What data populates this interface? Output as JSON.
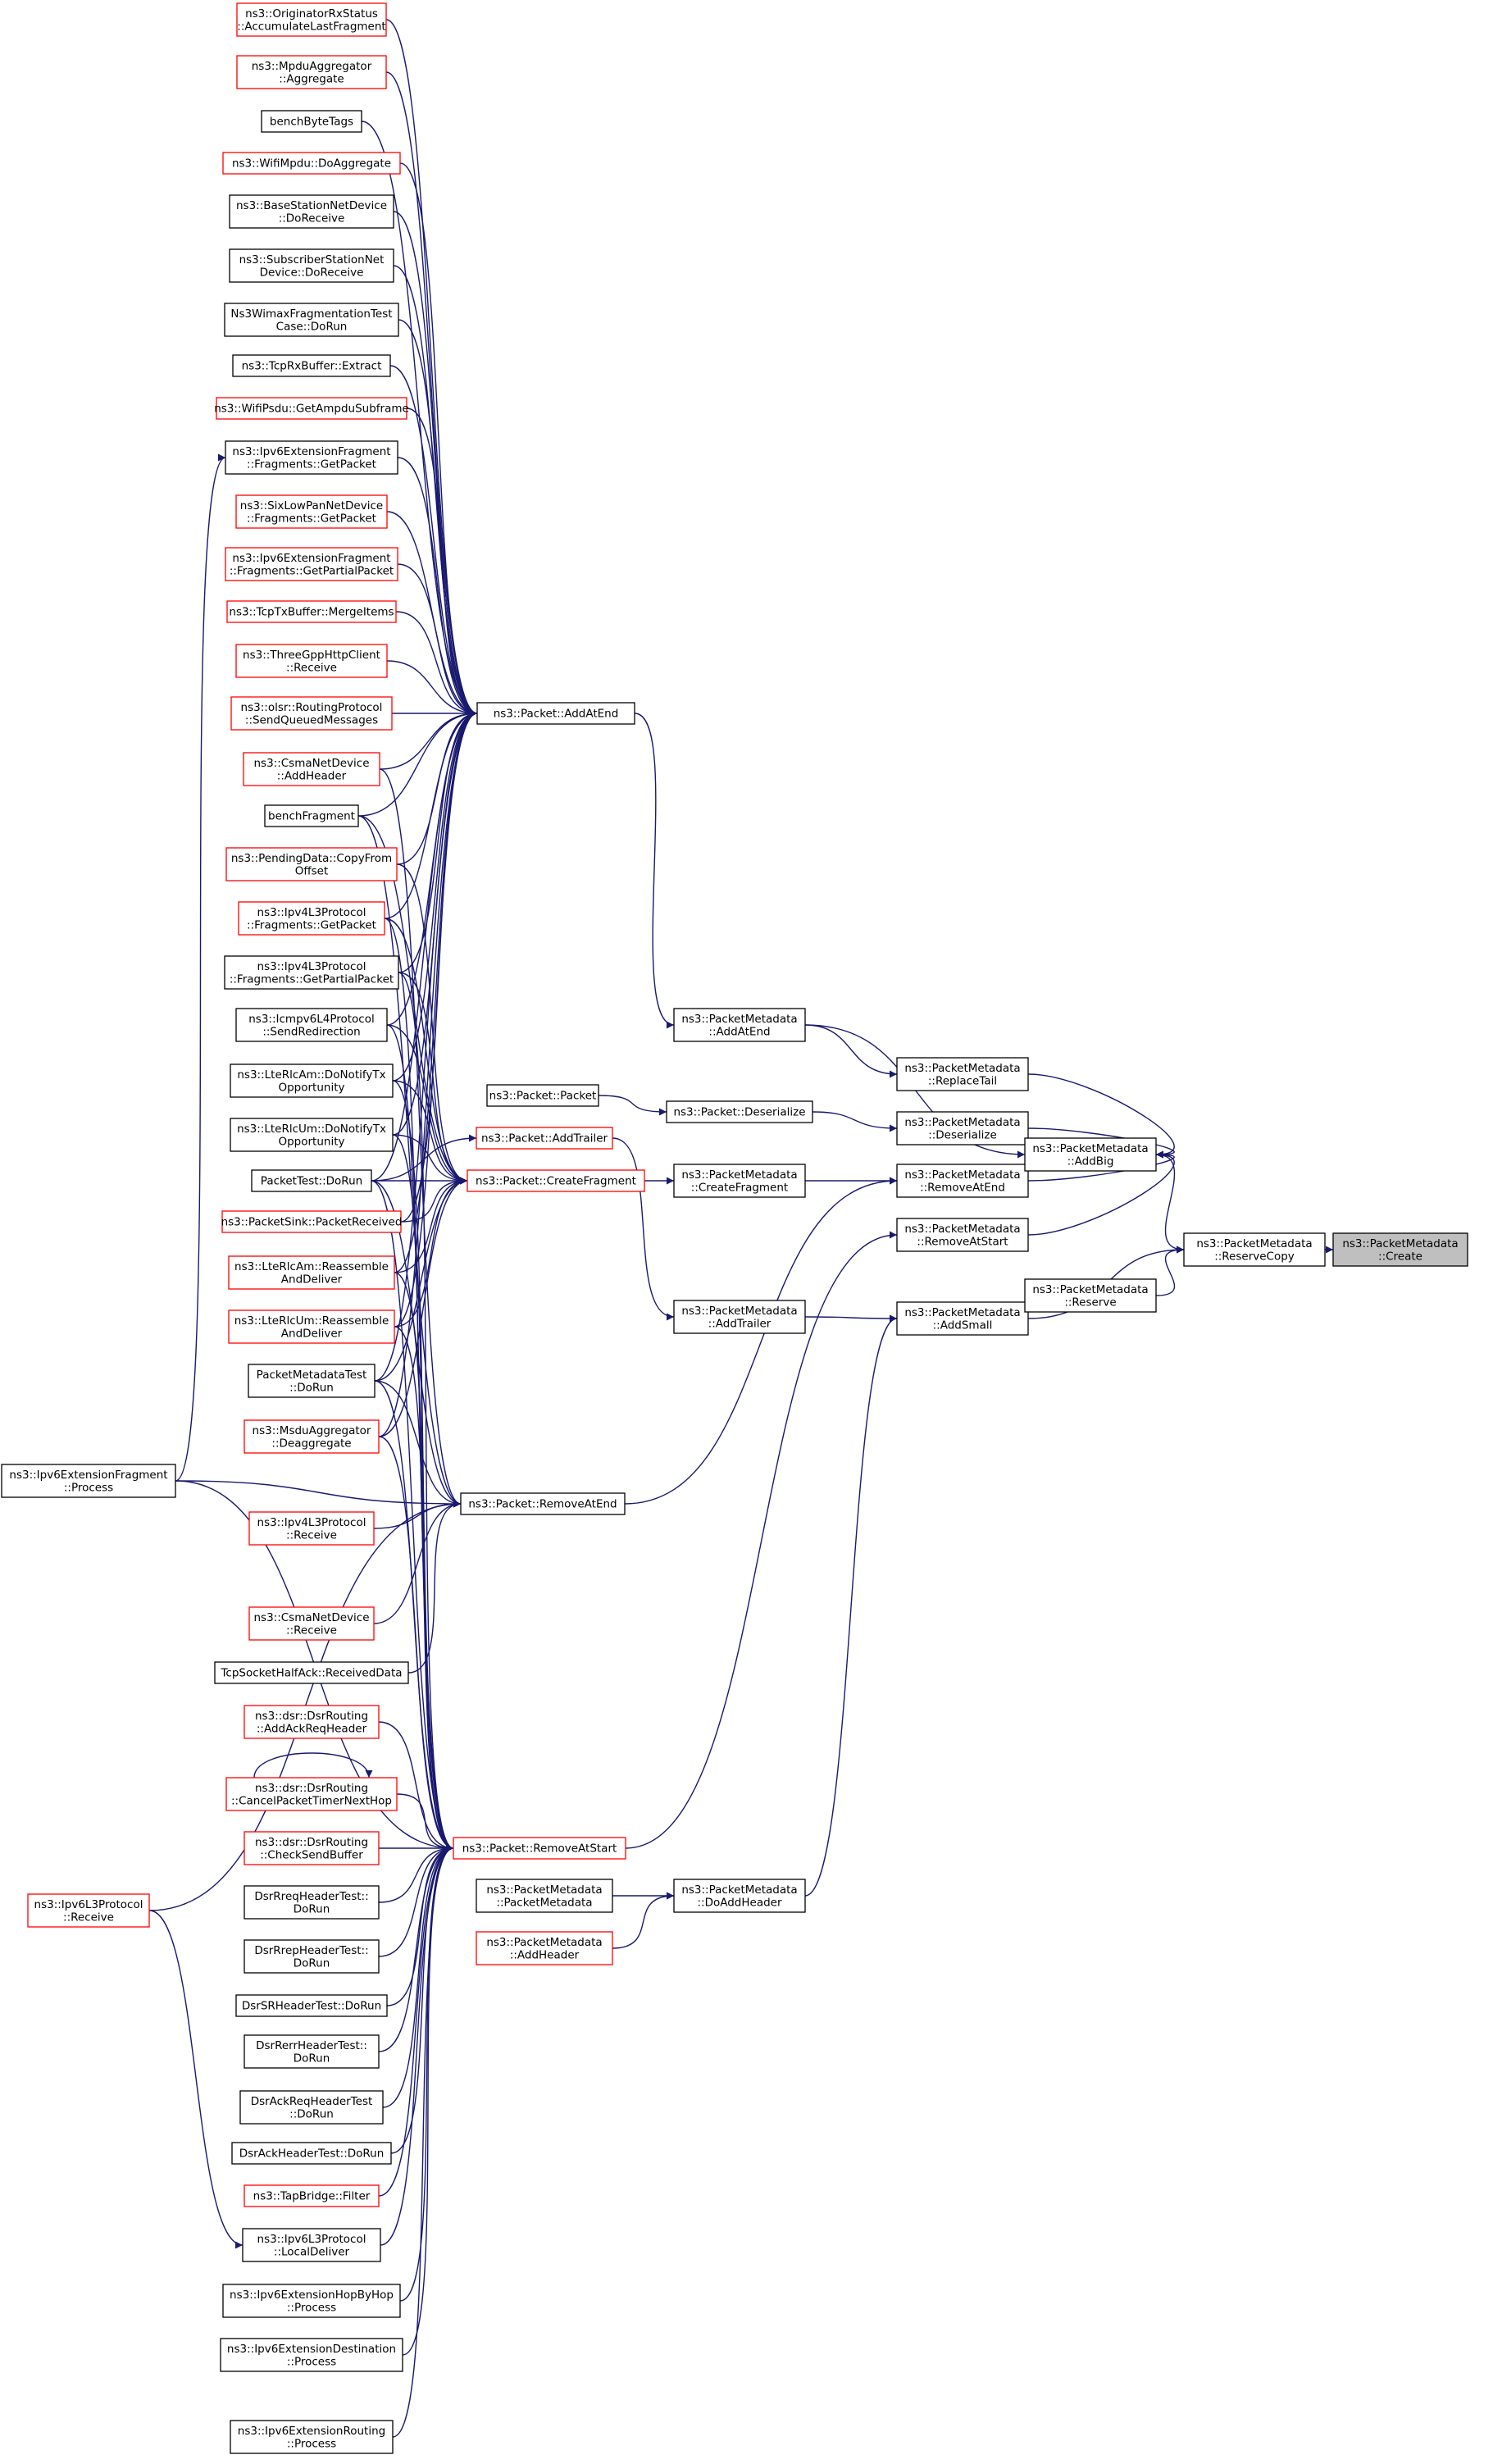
{
  "colors": {
    "edge": "#191970",
    "border_default": "#000000",
    "border_truncated": "#ff0000",
    "fill_default": "#ffffff",
    "fill_focus": "#bfbfbf"
  },
  "nodes": [
    {
      "id": "n1",
      "lines": [
        "ns3::OriginatorRxStatus",
        "::AccumulateLastFragment"
      ],
      "style": "truncated"
    },
    {
      "id": "n2",
      "lines": [
        "ns3::MpduAggregator",
        "::Aggregate"
      ],
      "style": "truncated"
    },
    {
      "id": "n3",
      "lines": [
        "benchByteTags"
      ],
      "style": "default"
    },
    {
      "id": "n4",
      "lines": [
        "ns3::WifiMpdu::DoAggregate"
      ],
      "style": "truncated"
    },
    {
      "id": "n5",
      "lines": [
        "ns3::BaseStationNetDevice",
        "::DoReceive"
      ],
      "style": "default"
    },
    {
      "id": "n6",
      "lines": [
        "ns3::SubscriberStationNet",
        "Device::DoReceive"
      ],
      "style": "default"
    },
    {
      "id": "n7",
      "lines": [
        "Ns3WimaxFragmentationTest",
        "Case::DoRun"
      ],
      "style": "default"
    },
    {
      "id": "n8",
      "lines": [
        "ns3::TcpRxBuffer::Extract"
      ],
      "style": "default"
    },
    {
      "id": "n9",
      "lines": [
        "ns3::WifiPsdu::GetAmpduSubframe"
      ],
      "style": "truncated"
    },
    {
      "id": "n10",
      "lines": [
        "ns3::Ipv6ExtensionFragment",
        "::Fragments::GetPacket"
      ],
      "style": "default"
    },
    {
      "id": "n11",
      "lines": [
        "ns3::SixLowPanNetDevice",
        "::Fragments::GetPacket"
      ],
      "style": "truncated"
    },
    {
      "id": "n12",
      "lines": [
        "ns3::Ipv6ExtensionFragment",
        "::Fragments::GetPartialPacket"
      ],
      "style": "truncated"
    },
    {
      "id": "n13",
      "lines": [
        "ns3::TcpTxBuffer::MergeItems"
      ],
      "style": "truncated"
    },
    {
      "id": "n14",
      "lines": [
        "ns3::ThreeGppHttpClient",
        "::Receive"
      ],
      "style": "truncated"
    },
    {
      "id": "n15",
      "lines": [
        "ns3::olsr::RoutingProtocol",
        "::SendQueuedMessages"
      ],
      "style": "truncated"
    },
    {
      "id": "n16",
      "lines": [
        "ns3::CsmaNetDevice",
        "::AddHeader"
      ],
      "style": "truncated"
    },
    {
      "id": "n17",
      "lines": [
        "benchFragment"
      ],
      "style": "default"
    },
    {
      "id": "n18",
      "lines": [
        "ns3::PendingData::CopyFrom",
        "Offset"
      ],
      "style": "truncated"
    },
    {
      "id": "n19",
      "lines": [
        "ns3::Ipv4L3Protocol",
        "::Fragments::GetPacket"
      ],
      "style": "truncated"
    },
    {
      "id": "n20",
      "lines": [
        "ns3::Ipv4L3Protocol",
        "::Fragments::GetPartialPacket"
      ],
      "style": "default"
    },
    {
      "id": "n21",
      "lines": [
        "ns3::Icmpv6L4Protocol",
        "::SendRedirection"
      ],
      "style": "default"
    },
    {
      "id": "n22",
      "lines": [
        "ns3::LteRlcAm::DoNotifyTx",
        "Opportunity"
      ],
      "style": "default"
    },
    {
      "id": "n23",
      "lines": [
        "ns3::LteRlcUm::DoNotifyTx",
        "Opportunity"
      ],
      "style": "default"
    },
    {
      "id": "n24",
      "lines": [
        "PacketTest::DoRun"
      ],
      "style": "default"
    },
    {
      "id": "n25",
      "lines": [
        "ns3::PacketSink::PacketReceived"
      ],
      "style": "truncated"
    },
    {
      "id": "n26",
      "lines": [
        "ns3::LteRlcAm::Reassemble",
        "AndDeliver"
      ],
      "style": "truncated"
    },
    {
      "id": "n27",
      "lines": [
        "ns3::LteRlcUm::Reassemble",
        "AndDeliver"
      ],
      "style": "truncated"
    },
    {
      "id": "n28",
      "lines": [
        "PacketMetadataTest",
        "::DoRun"
      ],
      "style": "default"
    },
    {
      "id": "n29",
      "lines": [
        "ns3::MsduAggregator",
        "::Deaggregate"
      ],
      "style": "truncated"
    },
    {
      "id": "n30",
      "lines": [
        "ns3::Ipv4L3Protocol",
        "::Receive"
      ],
      "style": "truncated"
    },
    {
      "id": "n31",
      "lines": [
        "ns3::CsmaNetDevice",
        "::Receive"
      ],
      "style": "truncated"
    },
    {
      "id": "n32",
      "lines": [
        "TcpSocketHalfAck::ReceivedData"
      ],
      "style": "default"
    },
    {
      "id": "n33",
      "lines": [
        "ns3::dsr::DsrRouting",
        "::AddAckReqHeader"
      ],
      "style": "truncated"
    },
    {
      "id": "n34",
      "lines": [
        "ns3::dsr::DsrRouting",
        "::CancelPacketTimerNextHop"
      ],
      "style": "truncated"
    },
    {
      "id": "n35",
      "lines": [
        "ns3::dsr::DsrRouting",
        "::CheckSendBuffer"
      ],
      "style": "truncated"
    },
    {
      "id": "n36",
      "lines": [
        "DsrRreqHeaderTest::",
        "DoRun"
      ],
      "style": "default"
    },
    {
      "id": "n37",
      "lines": [
        "DsrRrepHeaderTest::",
        "DoRun"
      ],
      "style": "default"
    },
    {
      "id": "n38",
      "lines": [
        "DsrSRHeaderTest::DoRun"
      ],
      "style": "default"
    },
    {
      "id": "n39",
      "lines": [
        "DsrRerrHeaderTest::",
        "DoRun"
      ],
      "style": "default"
    },
    {
      "id": "n40",
      "lines": [
        "DsrAckReqHeaderTest",
        "::DoRun"
      ],
      "style": "default"
    },
    {
      "id": "n41",
      "lines": [
        "DsrAckHeaderTest::DoRun"
      ],
      "style": "default"
    },
    {
      "id": "n42",
      "lines": [
        "ns3::TapBridge::Filter"
      ],
      "style": "truncated"
    },
    {
      "id": "n43",
      "lines": [
        "ns3::Ipv6L3Protocol",
        "::LocalDeliver"
      ],
      "style": "default"
    },
    {
      "id": "n44",
      "lines": [
        "ns3::Ipv6ExtensionHopByHop",
        "::Process"
      ],
      "style": "default"
    },
    {
      "id": "n45",
      "lines": [
        "ns3::Ipv6ExtensionDestination",
        "::Process"
      ],
      "style": "default"
    },
    {
      "id": "n46",
      "lines": [
        "ns3::Ipv6ExtensionRouting",
        "::Process"
      ],
      "style": "default"
    },
    {
      "id": "n47",
      "lines": [
        "ns3::Ipv6ExtensionFragment",
        "::Process"
      ],
      "style": "default"
    },
    {
      "id": "n48",
      "lines": [
        "ns3::Ipv6L3Protocol",
        "::Receive"
      ],
      "style": "truncated"
    },
    {
      "id": "n49",
      "lines": [
        "ns3::Packet::AddAtEnd"
      ],
      "style": "default"
    },
    {
      "id": "n50",
      "lines": [
        "ns3::Packet::Packet"
      ],
      "style": "default"
    },
    {
      "id": "n51",
      "lines": [
        "ns3::Packet::AddTrailer"
      ],
      "style": "truncated"
    },
    {
      "id": "n52",
      "lines": [
        "ns3::Packet::CreateFragment"
      ],
      "style": "truncated"
    },
    {
      "id": "n53",
      "lines": [
        "ns3::Packet::RemoveAtEnd"
      ],
      "style": "default"
    },
    {
      "id": "n54",
      "lines": [
        "ns3::Packet::RemoveAtStart"
      ],
      "style": "truncated"
    },
    {
      "id": "n55",
      "lines": [
        "ns3::PacketMetadata",
        "::PacketMetadata"
      ],
      "style": "default"
    },
    {
      "id": "n56",
      "lines": [
        "ns3::PacketMetadata",
        "::AddHeader"
      ],
      "style": "truncated"
    },
    {
      "id": "n57",
      "lines": [
        "ns3::PacketMetadata",
        "::AddAtEnd"
      ],
      "style": "default"
    },
    {
      "id": "n58",
      "lines": [
        "ns3::Packet::Deserialize"
      ],
      "style": "default"
    },
    {
      "id": "n59",
      "lines": [
        "ns3::PacketMetadata",
        "::CreateFragment"
      ],
      "style": "default"
    },
    {
      "id": "n60",
      "lines": [
        "ns3::PacketMetadata",
        "::AddTrailer"
      ],
      "style": "default"
    },
    {
      "id": "n61",
      "lines": [
        "ns3::PacketMetadata",
        "::DoAddHeader"
      ],
      "style": "default"
    },
    {
      "id": "n62",
      "lines": [
        "ns3::PacketMetadata",
        "::ReplaceTail"
      ],
      "style": "default"
    },
    {
      "id": "n63",
      "lines": [
        "ns3::PacketMetadata",
        "::Deserialize"
      ],
      "style": "default"
    },
    {
      "id": "n64",
      "lines": [
        "ns3::PacketMetadata",
        "::RemoveAtEnd"
      ],
      "style": "default"
    },
    {
      "id": "n65",
      "lines": [
        "ns3::PacketMetadata",
        "::RemoveAtStart"
      ],
      "style": "default"
    },
    {
      "id": "n66",
      "lines": [
        "ns3::PacketMetadata",
        "::AddSmall"
      ],
      "style": "default"
    },
    {
      "id": "n67",
      "lines": [
        "ns3::PacketMetadata",
        "::AddBig"
      ],
      "style": "default"
    },
    {
      "id": "n68",
      "lines": [
        "ns3::PacketMetadata",
        "::ReserveCopy"
      ],
      "style": "default"
    },
    {
      "id": "n69",
      "lines": [
        "ns3::PacketMetadata",
        "::Reserve"
      ],
      "style": "default"
    },
    {
      "id": "n70",
      "lines": [
        "ns3::PacketMetadata",
        "::Create"
      ],
      "style": "focus"
    }
  ],
  "edges": [
    [
      "n1",
      "n49"
    ],
    [
      "n2",
      "n49"
    ],
    [
      "n3",
      "n49"
    ],
    [
      "n4",
      "n49"
    ],
    [
      "n5",
      "n49"
    ],
    [
      "n6",
      "n49"
    ],
    [
      "n7",
      "n49"
    ],
    [
      "n8",
      "n49"
    ],
    [
      "n9",
      "n49"
    ],
    [
      "n10",
      "n49"
    ],
    [
      "n11",
      "n49"
    ],
    [
      "n12",
      "n49"
    ],
    [
      "n13",
      "n49"
    ],
    [
      "n14",
      "n49"
    ],
    [
      "n15",
      "n49"
    ],
    [
      "n16",
      "n49"
    ],
    [
      "n17",
      "n49"
    ],
    [
      "n18",
      "n49"
    ],
    [
      "n19",
      "n49"
    ],
    [
      "n20",
      "n49"
    ],
    [
      "n21",
      "n49"
    ],
    [
      "n22",
      "n49"
    ],
    [
      "n23",
      "n49"
    ],
    [
      "n24",
      "n49"
    ],
    [
      "n25",
      "n49"
    ],
    [
      "n26",
      "n49"
    ],
    [
      "n27",
      "n49"
    ],
    [
      "n28",
      "n49"
    ],
    [
      "n29",
      "n49"
    ],
    [
      "n47",
      "n10"
    ],
    [
      "n22",
      "n52"
    ],
    [
      "n23",
      "n52"
    ],
    [
      "n24",
      "n52"
    ],
    [
      "n28",
      "n52"
    ],
    [
      "n17",
      "n52"
    ],
    [
      "n18",
      "n52"
    ],
    [
      "n19",
      "n52"
    ],
    [
      "n20",
      "n52"
    ],
    [
      "n21",
      "n52"
    ],
    [
      "n25",
      "n52"
    ],
    [
      "n26",
      "n52"
    ],
    [
      "n27",
      "n52"
    ],
    [
      "n29",
      "n52"
    ],
    [
      "n24",
      "n51"
    ],
    [
      "n16",
      "n53"
    ],
    [
      "n17",
      "n53"
    ],
    [
      "n24",
      "n53"
    ],
    [
      "n28",
      "n53"
    ],
    [
      "n47",
      "n53"
    ],
    [
      "n48",
      "n53"
    ],
    [
      "n30",
      "n53"
    ],
    [
      "n31",
      "n53"
    ],
    [
      "n32",
      "n53"
    ],
    [
      "n33",
      "n54"
    ],
    [
      "n34",
      "n54"
    ],
    [
      "n35",
      "n54"
    ],
    [
      "n36",
      "n54"
    ],
    [
      "n37",
      "n54"
    ],
    [
      "n38",
      "n54"
    ],
    [
      "n39",
      "n54"
    ],
    [
      "n40",
      "n54"
    ],
    [
      "n41",
      "n54"
    ],
    [
      "n42",
      "n54"
    ],
    [
      "n43",
      "n54"
    ],
    [
      "n44",
      "n54"
    ],
    [
      "n45",
      "n54"
    ],
    [
      "n46",
      "n54"
    ],
    [
      "n47",
      "n54"
    ],
    [
      "n24",
      "n54"
    ],
    [
      "n28",
      "n54"
    ],
    [
      "n29",
      "n54"
    ],
    [
      "n26",
      "n54"
    ],
    [
      "n27",
      "n54"
    ],
    [
      "n19",
      "n54"
    ],
    [
      "n20",
      "n54"
    ],
    [
      "n21",
      "n54"
    ],
    [
      "n22",
      "n54"
    ],
    [
      "n23",
      "n54"
    ],
    [
      "n34",
      "n34"
    ],
    [
      "n48",
      "n43"
    ],
    [
      "n49",
      "n57"
    ],
    [
      "n50",
      "n58"
    ],
    [
      "n51",
      "n60"
    ],
    [
      "n52",
      "n59"
    ],
    [
      "n53",
      "n64"
    ],
    [
      "n54",
      "n65"
    ],
    [
      "n55",
      "n61"
    ],
    [
      "n56",
      "n61"
    ],
    [
      "n57",
      "n62"
    ],
    [
      "n58",
      "n63"
    ],
    [
      "n60",
      "n66"
    ],
    [
      "n61",
      "n66"
    ],
    [
      "n59",
      "n64"
    ],
    [
      "n57",
      "n67"
    ],
    [
      "n62",
      "n67"
    ],
    [
      "n63",
      "n67"
    ],
    [
      "n64",
      "n67"
    ],
    [
      "n65",
      "n67"
    ],
    [
      "n66",
      "n68"
    ],
    [
      "n67",
      "n68"
    ],
    [
      "n69",
      "n68"
    ],
    [
      "n68",
      "n70"
    ]
  ]
}
